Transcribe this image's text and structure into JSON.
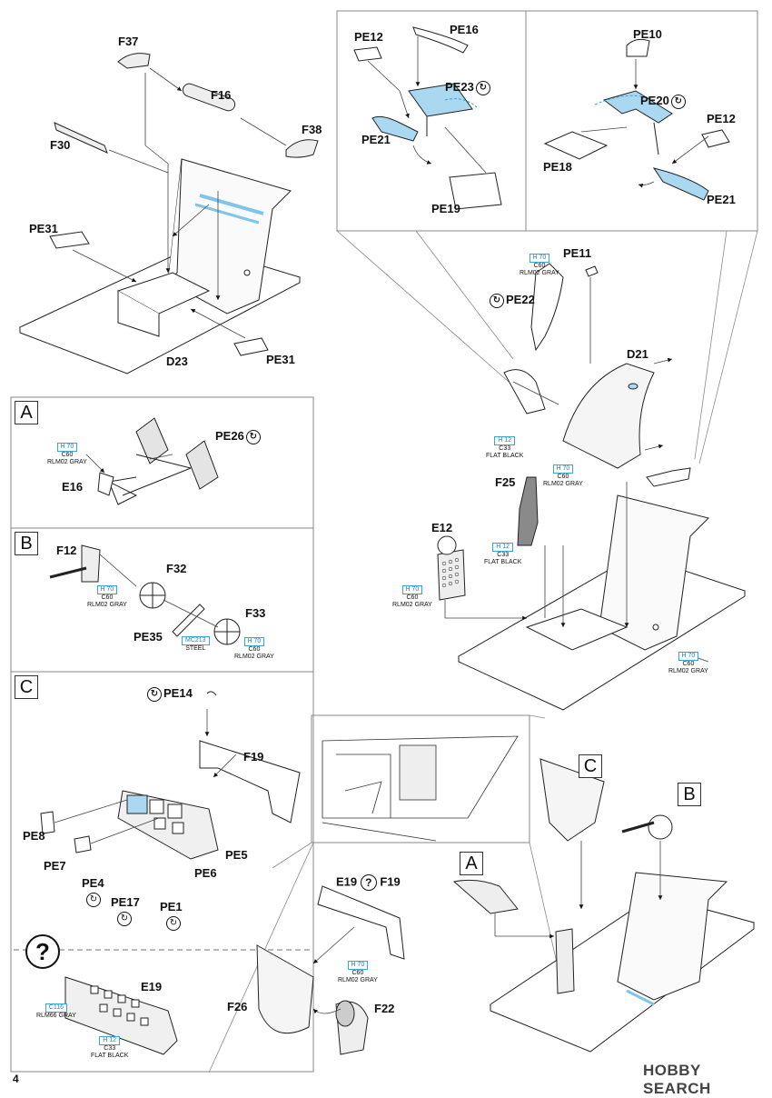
{
  "page_number": "4",
  "watermark": "HOBBY SEARCH",
  "sections": {
    "a": "A",
    "b": "B",
    "c": "C",
    "unknown": "?"
  },
  "parts": {
    "f37": "F37",
    "f16": "F16",
    "f30": "F30",
    "f38": "F38",
    "pe31a": "PE31",
    "pe31b": "PE31",
    "d23": "D23",
    "pe12a": "PE12",
    "pe16": "PE16",
    "pe23": "PE23",
    "pe21a": "PE21",
    "pe19": "PE19",
    "pe10": "PE10",
    "pe20": "PE20",
    "pe12b": "PE12",
    "pe18": "PE18",
    "pe21b": "PE21",
    "pe11": "PE11",
    "pe22": "PE22",
    "d21": "D21",
    "f25": "F25",
    "e12": "E12",
    "pe26": "PE26",
    "e16": "E16",
    "f12": "F12",
    "f32": "F32",
    "f33": "F33",
    "pe35": "PE35",
    "pe14": "PE14",
    "f19": "F19",
    "pe8": "PE8",
    "pe7": "PE7",
    "pe5": "PE5",
    "pe6": "PE6",
    "pe4": "PE4",
    "pe17": "PE17",
    "pe1": "PE1",
    "e19": "E19",
    "e19b": "E19",
    "f19b": "F19",
    "f26": "F26",
    "f22": "F22"
  },
  "paint": {
    "h70": "H 70",
    "c60": "C60",
    "rlm02": "RLM02 GRAY",
    "h12": "H 12",
    "c33": "C33",
    "black": "FLAT BLACK",
    "mc213": "MC213",
    "steel": "STEEL",
    "c116": "C116",
    "rlm66": "RLM66 GRAY"
  },
  "flip_symbol": "↻",
  "question_symbol": "?",
  "colors": {
    "photoetch": "#a9d8f0",
    "paint_border": "#3aa6d8",
    "line": "#222"
  }
}
